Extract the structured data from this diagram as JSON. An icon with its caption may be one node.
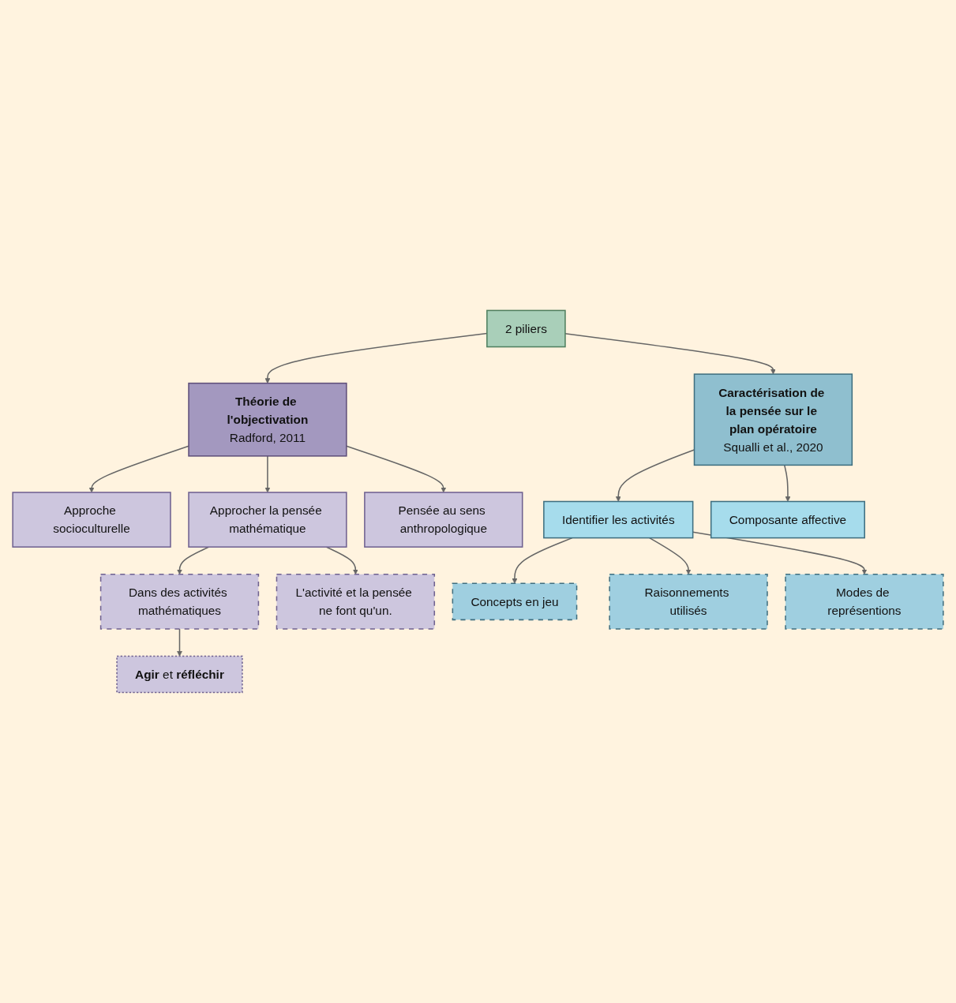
{
  "diagram": {
    "nodes": [
      {
        "text": [
          "2 piliers"
        ]
      },
      {
        "text": [
          "Théorie de l'objectivation",
          "Radford, 2011"
        ]
      },
      {
        "text": [
          "Approche socioculturelle"
        ]
      },
      {
        "text": [
          "Approcher la pensée mathématique"
        ]
      },
      {
        "text": [
          "Dans des activités mathématiques"
        ]
      },
      {
        "text": [
          "**Agir** et **réfléchir**"
        ]
      },
      {
        "text": [
          "L'activité et la pensée ne font qu'un."
        ]
      },
      {
        "text": [
          "Pensée au sens anthropologique"
        ]
      },
      {
        "text": [
          "Caractérisation de la pensée sur le plan opératoire",
          "Squalli et al., 2020"
        ]
      },
      {
        "text": [
          "Identifier les activités"
        ]
      },
      {
        "text": [
          "Concepts en jeu"
        ]
      },
      {
        "text": [
          "Raisonnements utilisés"
        ]
      },
      {
        "text": [
          "Modes de représentions"
        ]
      },
      {
        "text": [
          "Composante affective"
        ]
      }
    ],
    "edges": [
      {
        "from": 0,
        "to": 1,
        "arrow": "to"
      },
      {
        "from": 0,
        "to": 8,
        "arrow": "to"
      },
      {
        "from": 1,
        "to": 2,
        "arrow": "to"
      },
      {
        "from": 1,
        "to": 3,
        "arrow": "to"
      },
      {
        "from": 1,
        "to": 7,
        "arrow": "to"
      },
      {
        "from": 3,
        "to": 4,
        "arrow": "to"
      },
      {
        "from": 3,
        "to": 6,
        "arrow": "to"
      },
      {
        "from": 4,
        "to": 5,
        "arrow": "to"
      },
      {
        "from": 8,
        "to": 9,
        "arrow": "to"
      },
      {
        "from": 8,
        "to": 13,
        "arrow": "to"
      },
      {
        "from": 9,
        "to": 10,
        "arrow": "to"
      },
      {
        "from": 9,
        "to": 11,
        "arrow": "to"
      },
      {
        "from": 9,
        "to": 12,
        "arrow": "to"
      }
    ]
  }
}
